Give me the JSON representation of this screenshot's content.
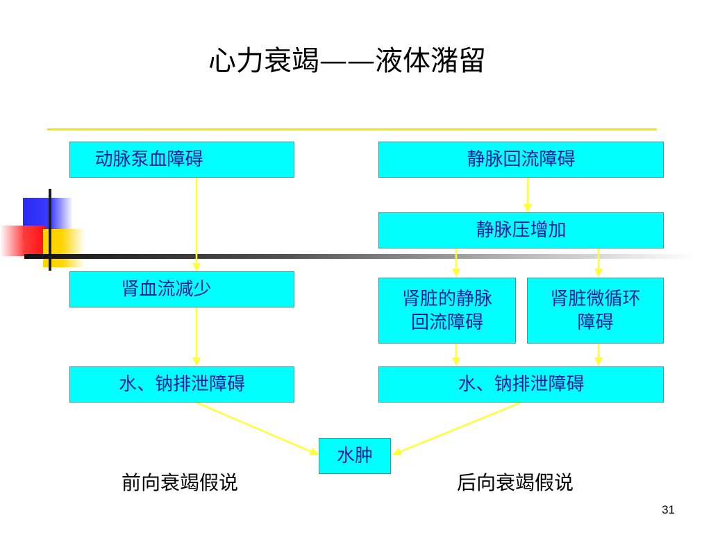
{
  "title": "心力衰竭——液体潴留",
  "nodes": {
    "arterial_pump": "动脉泵血障碍",
    "renal_blood_flow": "肾血流减少",
    "water_sodium_left": "水、钠排泄障碍",
    "venous_return": "静脉回流障碍",
    "venous_pressure": "静脉压增加",
    "renal_venous_return": "肾脏的静脉\n回流障碍",
    "renal_microcirculation": "肾脏微循环\n障碍",
    "water_sodium_right": "水、钠排泄障碍",
    "edema": "水肿"
  },
  "labels": {
    "forward_hypothesis": "前向衰竭假说",
    "backward_hypothesis": "后向衰竭假说"
  },
  "page_number": "31",
  "colors": {
    "box_fill": "#00ffff",
    "box_text": "#1e1ea0",
    "arrow": "#ffff33",
    "rule": "#f5e600"
  }
}
